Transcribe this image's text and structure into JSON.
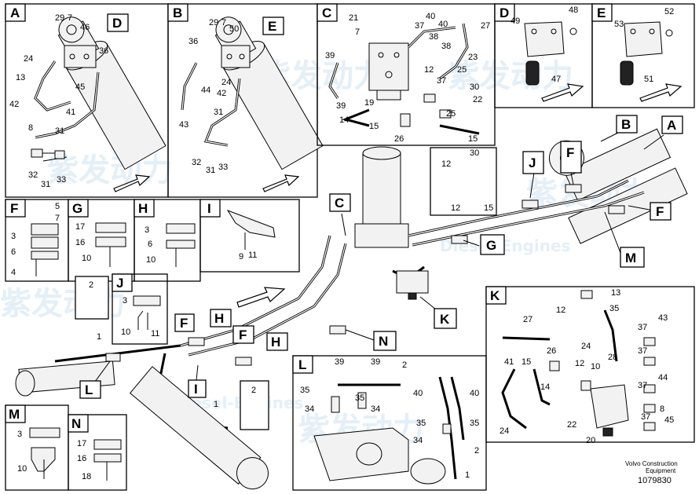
{
  "panels": {
    "A": {
      "letter": "A",
      "callout": "D",
      "labels": [
        "29",
        "7",
        "46",
        "36",
        "24",
        "13",
        "45",
        "42",
        "41",
        "8",
        "31",
        "32",
        "31",
        "33"
      ]
    },
    "B": {
      "letter": "B",
      "callout": "E",
      "labels": [
        "29",
        "7",
        "50",
        "36",
        "24",
        "42",
        "44",
        "31",
        "43",
        "32",
        "31",
        "33"
      ]
    },
    "C": {
      "letter": "C",
      "labels": [
        "21",
        "40",
        "7",
        "40",
        "27",
        "37",
        "38",
        "38",
        "39",
        "23",
        "12",
        "25",
        "37",
        "30",
        "22",
        "39",
        "19",
        "26",
        "25",
        "15",
        "14",
        "15"
      ]
    },
    "D": {
      "letter": "D",
      "labels": [
        "48",
        "49",
        "47"
      ]
    },
    "E": {
      "letter": "E",
      "labels": [
        "52",
        "53",
        "51"
      ]
    },
    "F": {
      "letter": "F",
      "labels": [
        "5",
        "7",
        "3",
        "6",
        "4"
      ]
    },
    "G": {
      "letter": "G",
      "labels": [
        "17",
        "16",
        "10"
      ]
    },
    "H": {
      "letter": "H",
      "labels": [
        "3",
        "6",
        "10"
      ]
    },
    "I": {
      "letter": "I",
      "labels": [
        "9",
        "11"
      ]
    },
    "J": {
      "letter": "J",
      "labels": [
        "3",
        "10",
        "11"
      ]
    },
    "K": {
      "letter": "K",
      "labels": [
        "13",
        "35",
        "27",
        "12",
        "24",
        "26",
        "15",
        "41",
        "14",
        "12",
        "10",
        "37",
        "43",
        "28",
        "37",
        "44",
        "8",
        "22",
        "37",
        "20",
        "24",
        "37",
        "45"
      ]
    },
    "L": {
      "letter": "L",
      "labels": [
        "39",
        "39",
        "2",
        "35",
        "35",
        "34",
        "34",
        "40",
        "40",
        "35",
        "35",
        "34",
        "2",
        "1"
      ]
    },
    "M": {
      "letter": "M",
      "labels": [
        "3",
        "10"
      ]
    },
    "N": {
      "letter": "N",
      "labels": [
        "17",
        "16",
        "18"
      ]
    }
  },
  "main_callouts": [
    "B",
    "A",
    "F",
    "F",
    "J",
    "C",
    "G",
    "M",
    "K",
    "H",
    "F",
    "F",
    "H",
    "I",
    "L",
    "N",
    "2",
    "1",
    "12",
    "30",
    "12",
    "15",
    "2",
    "1"
  ],
  "watermark": "紫发动力",
  "watermark_sub": "Diesel-Engines",
  "footer": {
    "line1": "Volvo Construction",
    "line2": "Equipment",
    "part_number": "1079830"
  }
}
